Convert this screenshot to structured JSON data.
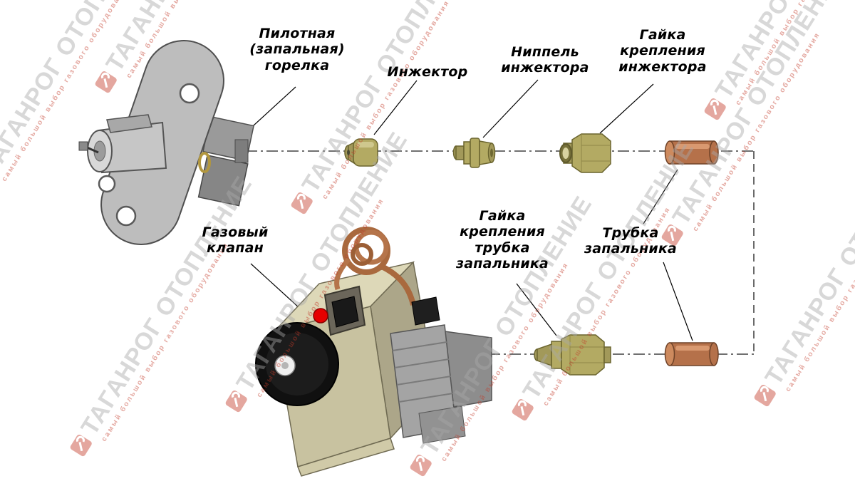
{
  "labels": {
    "pilot_burner": "Пилотная\n(запальная)\nгорелка",
    "injector": "Инжектор",
    "injector_nipple": "Ниппель\nинжектора",
    "injector_nut": "Гайка\nкрепления\nинжектора",
    "gas_valve": "Газовый\nклапан",
    "tube_nut": "Гайка\nкрепления\nтрубка\nзапальника",
    "pilot_tube": "Трубка\nзапальника"
  },
  "watermark": {
    "brand": "ТАГАНРОГ ОТОПЛЕНИЕ",
    "tagline": "самый большой выбор газового оборудования"
  },
  "colors": {
    "brass": "#b3aa63",
    "copper": "#b5714a",
    "valve_body": "#c8c2a0",
    "accent_red": "#e60000",
    "watermark_gray": "#a8a8a8",
    "watermark_red": "#c23b2a",
    "line": "#1a1a1a"
  }
}
